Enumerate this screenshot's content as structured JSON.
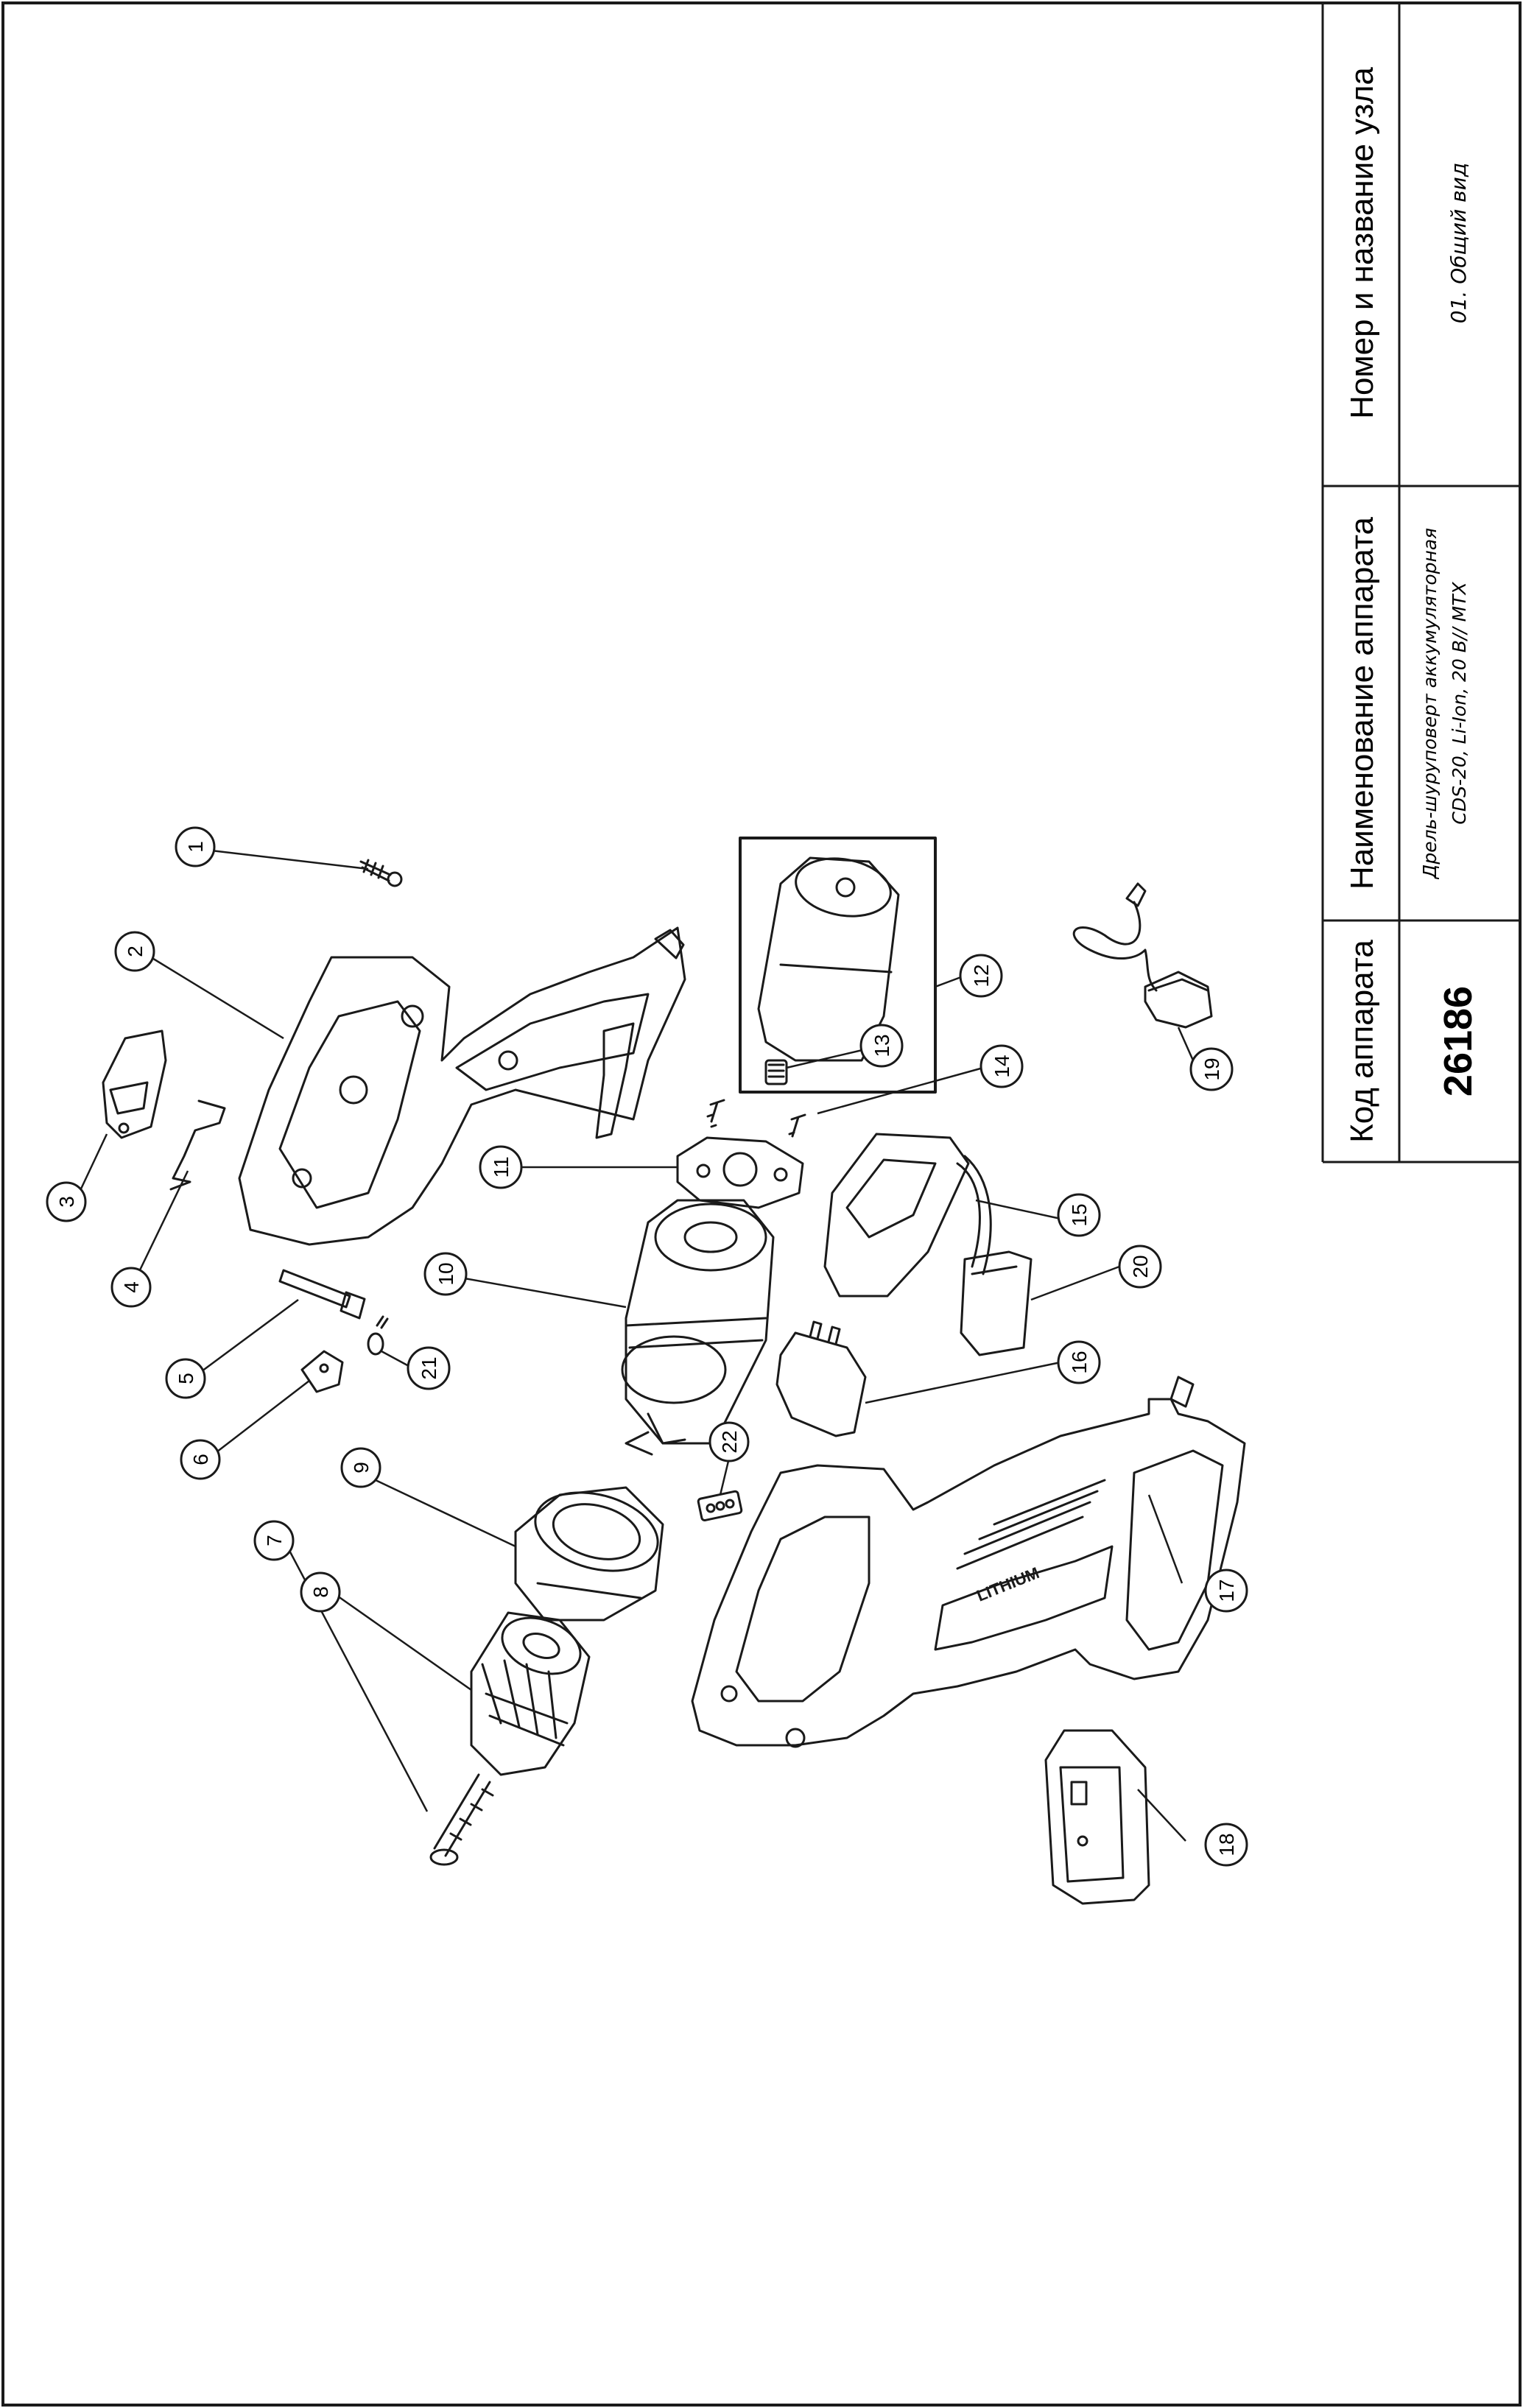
{
  "title_block": {
    "code_header": "Код аппарата",
    "code_value": "26186",
    "name_header": "Наименование аппарата",
    "name_value_line1": "Дрель-шуруповерт аккумуляторная",
    "name_value_line2": "CDS-20, Li-Ion, 20 B// MTX",
    "node_header": "Номер и название узла",
    "node_value": "01. Общий вид"
  },
  "callouts": [
    {
      "number": "1"
    },
    {
      "number": "2"
    },
    {
      "number": "3"
    },
    {
      "number": "4"
    },
    {
      "number": "5"
    },
    {
      "number": "6"
    },
    {
      "number": "7"
    },
    {
      "number": "8"
    },
    {
      "number": "9"
    },
    {
      "number": "10"
    },
    {
      "number": "11"
    },
    {
      "number": "12"
    },
    {
      "number": "13"
    },
    {
      "number": "14"
    },
    {
      "number": "15"
    },
    {
      "number": "16"
    },
    {
      "number": "17"
    },
    {
      "number": "18"
    },
    {
      "number": "19"
    },
    {
      "number": "20"
    },
    {
      "number": "21"
    },
    {
      "number": "22"
    }
  ],
  "labels": {
    "battery_brand": "LITHIUM"
  },
  "colors": {
    "line": "#1a1a1a",
    "background": "#ffffff"
  }
}
